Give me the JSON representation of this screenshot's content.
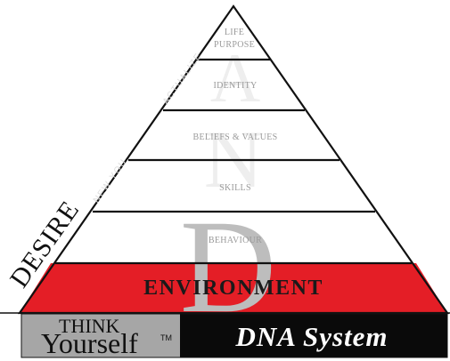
{
  "pyramid": {
    "levels": [
      "LIFE",
      "PURPOSE",
      "IDENTITY",
      "BELIEFS & VALUES",
      "SKILLS",
      "BEHAVIOUR"
    ],
    "base_label": "ENVIRONMENT",
    "watermark_letters": [
      "A",
      "N",
      "D"
    ],
    "side_left": "DESIRE",
    "side_right_lower": "NEW YOU",
    "side_right_upper": "ACTUALIZE"
  },
  "brand": {
    "think": "THINK",
    "yourself": "Yourself",
    "tm": "TM",
    "system": "DNA System"
  },
  "colors": {
    "environment_band": "#e41e26",
    "brand_dark": "#0a0a0a",
    "brand_grey": "#a6a6a6"
  }
}
